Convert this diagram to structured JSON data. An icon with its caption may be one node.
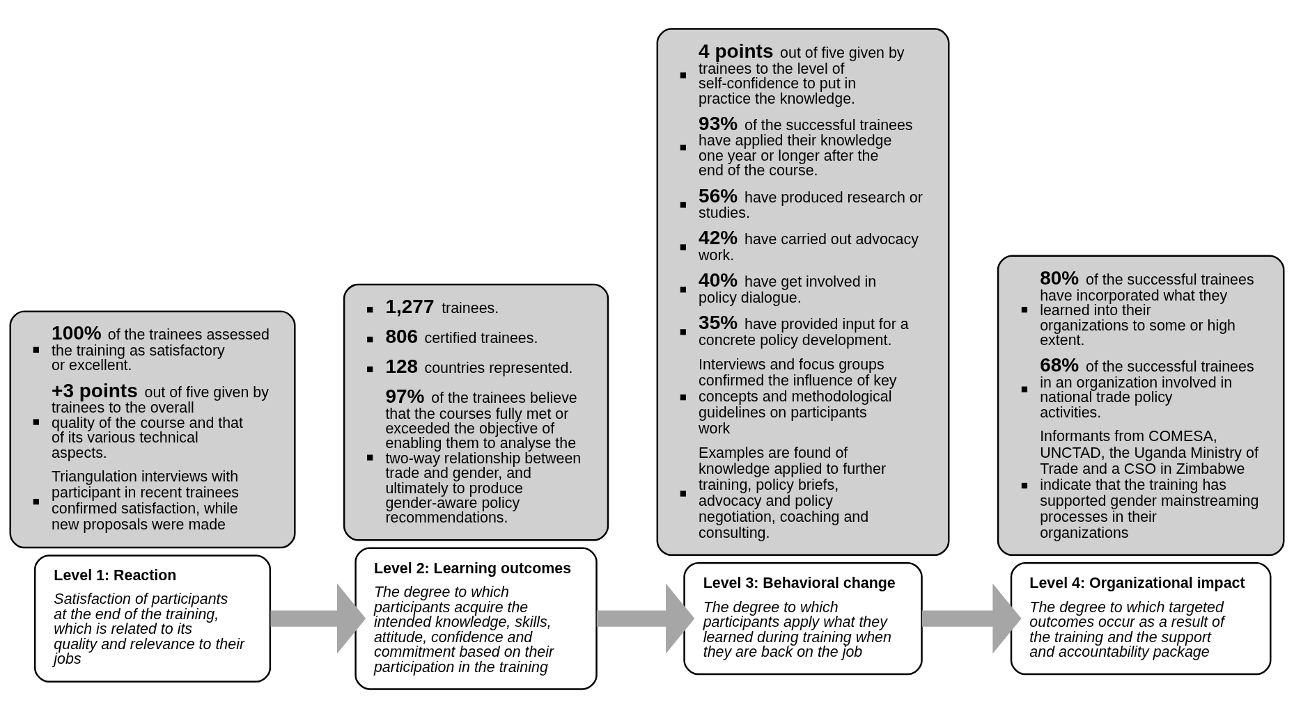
{
  "diagram": {
    "nodes": [
      {
        "text": [
          "Level 1: Reaction",
          "Satisfaction of participants at the end of the training, which is related to its quality and relevance to their jobs"
        ]
      },
      {
        "text": [
          "**100%** of the trainees assessed the training as satisfactory or excellent.",
          "**+3 points** out of five given by trainees to the overall quality of the course and that of its various technical aspects.",
          "Triangulation interviews with participant in recent trainees confirmed satisfaction, while new proposals were made"
        ]
      },
      {
        "text": [
          "Level 2: Learning outcomes",
          "The degree to which participants acquire the intended knowledge, skills, attitude, confidence and commitment based on their participation in the training"
        ]
      },
      {
        "text": [
          "**1,277** trainees.",
          "**806** certified trainees.",
          "**128** countries represented.",
          "**97%** of the trainees believe that the courses fully met or exceeded the objective of enabling them to analyse the two-way relationship between trade and gender, and ultimately to produce gender-aware policy recommendations."
        ]
      },
      {
        "text": [
          "Level 3: Behavioral change",
          "The degree to which participants apply what they learned during training when they are back on the job"
        ]
      },
      {
        "text": [
          "**4 points** out of five given by trainees to the level of self-confidence to put in practice the knowledge.",
          "**93%** of the successful trainees have applied their knowledge one year or longer after the end of the course.",
          "**56%** have produced research or studies.",
          "**42%** have carried out advocacy work.",
          "**40%** have get involved in policy dialogue.",
          "**35%** have provided input for a concrete policy development.",
          "Interviews and focus groups confirmed the influence of key concepts and methodological guidelines on participants work",
          "Examples are found of knowledge applied to further training, policy briefs, advocacy and policy negotiation, coaching and consulting."
        ]
      },
      {
        "text": [
          "Level 4: Organizational impact",
          "The degree to which targeted outcomes occur as a result of the training and the support and accountability package"
        ]
      },
      {
        "text": [
          "**80%** of the successful trainees have incorporated what they learned into their organizations to some or high extent.",
          "**68%** of the successful trainees in an organization involved in national trade policy activities.",
          "Informants from COMESA, UNCTAD, the Uganda Ministry of Trade and a CSO in Zimbabwe indicate that the training has supported gender mainstreaming processes in their organizations"
        ]
      }
    ],
    "edges": [
      {
        "from": 0,
        "to": 2,
        "arrow": "to"
      },
      {
        "from": 2,
        "to": 4,
        "arrow": "to"
      },
      {
        "from": 4,
        "to": 6,
        "arrow": "to"
      }
    ]
  }
}
